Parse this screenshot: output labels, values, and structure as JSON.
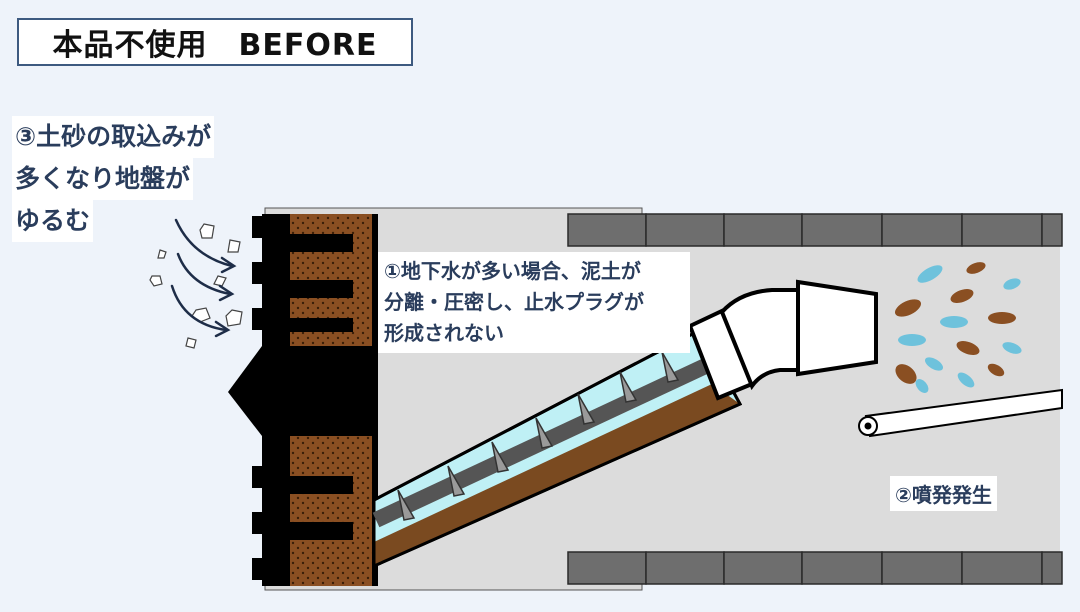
{
  "title": "本品不使用　BEFORE",
  "notes": {
    "n3_line1": "③土砂の取込みが",
    "n3_line2": "多くなり地盤が",
    "n3_line3": "ゆるむ",
    "n1_line1": "①地下水が多い場合、泥土が",
    "n1_line2": "分離・圧密し、止水プラグが",
    "n1_line3": "形成されない",
    "n2": "②噴発発生"
  },
  "colors": {
    "background": "#eef3fa",
    "tunnel_fill": "#dcdcdc",
    "segment": "#6e6e6e",
    "soil": "#8a4f22",
    "water": "#bff0f5",
    "machine": "#000000",
    "accent_text": "#2a3d5c",
    "water_drop": "#6ec2dc",
    "mud_drop": "#8a4f22"
  }
}
